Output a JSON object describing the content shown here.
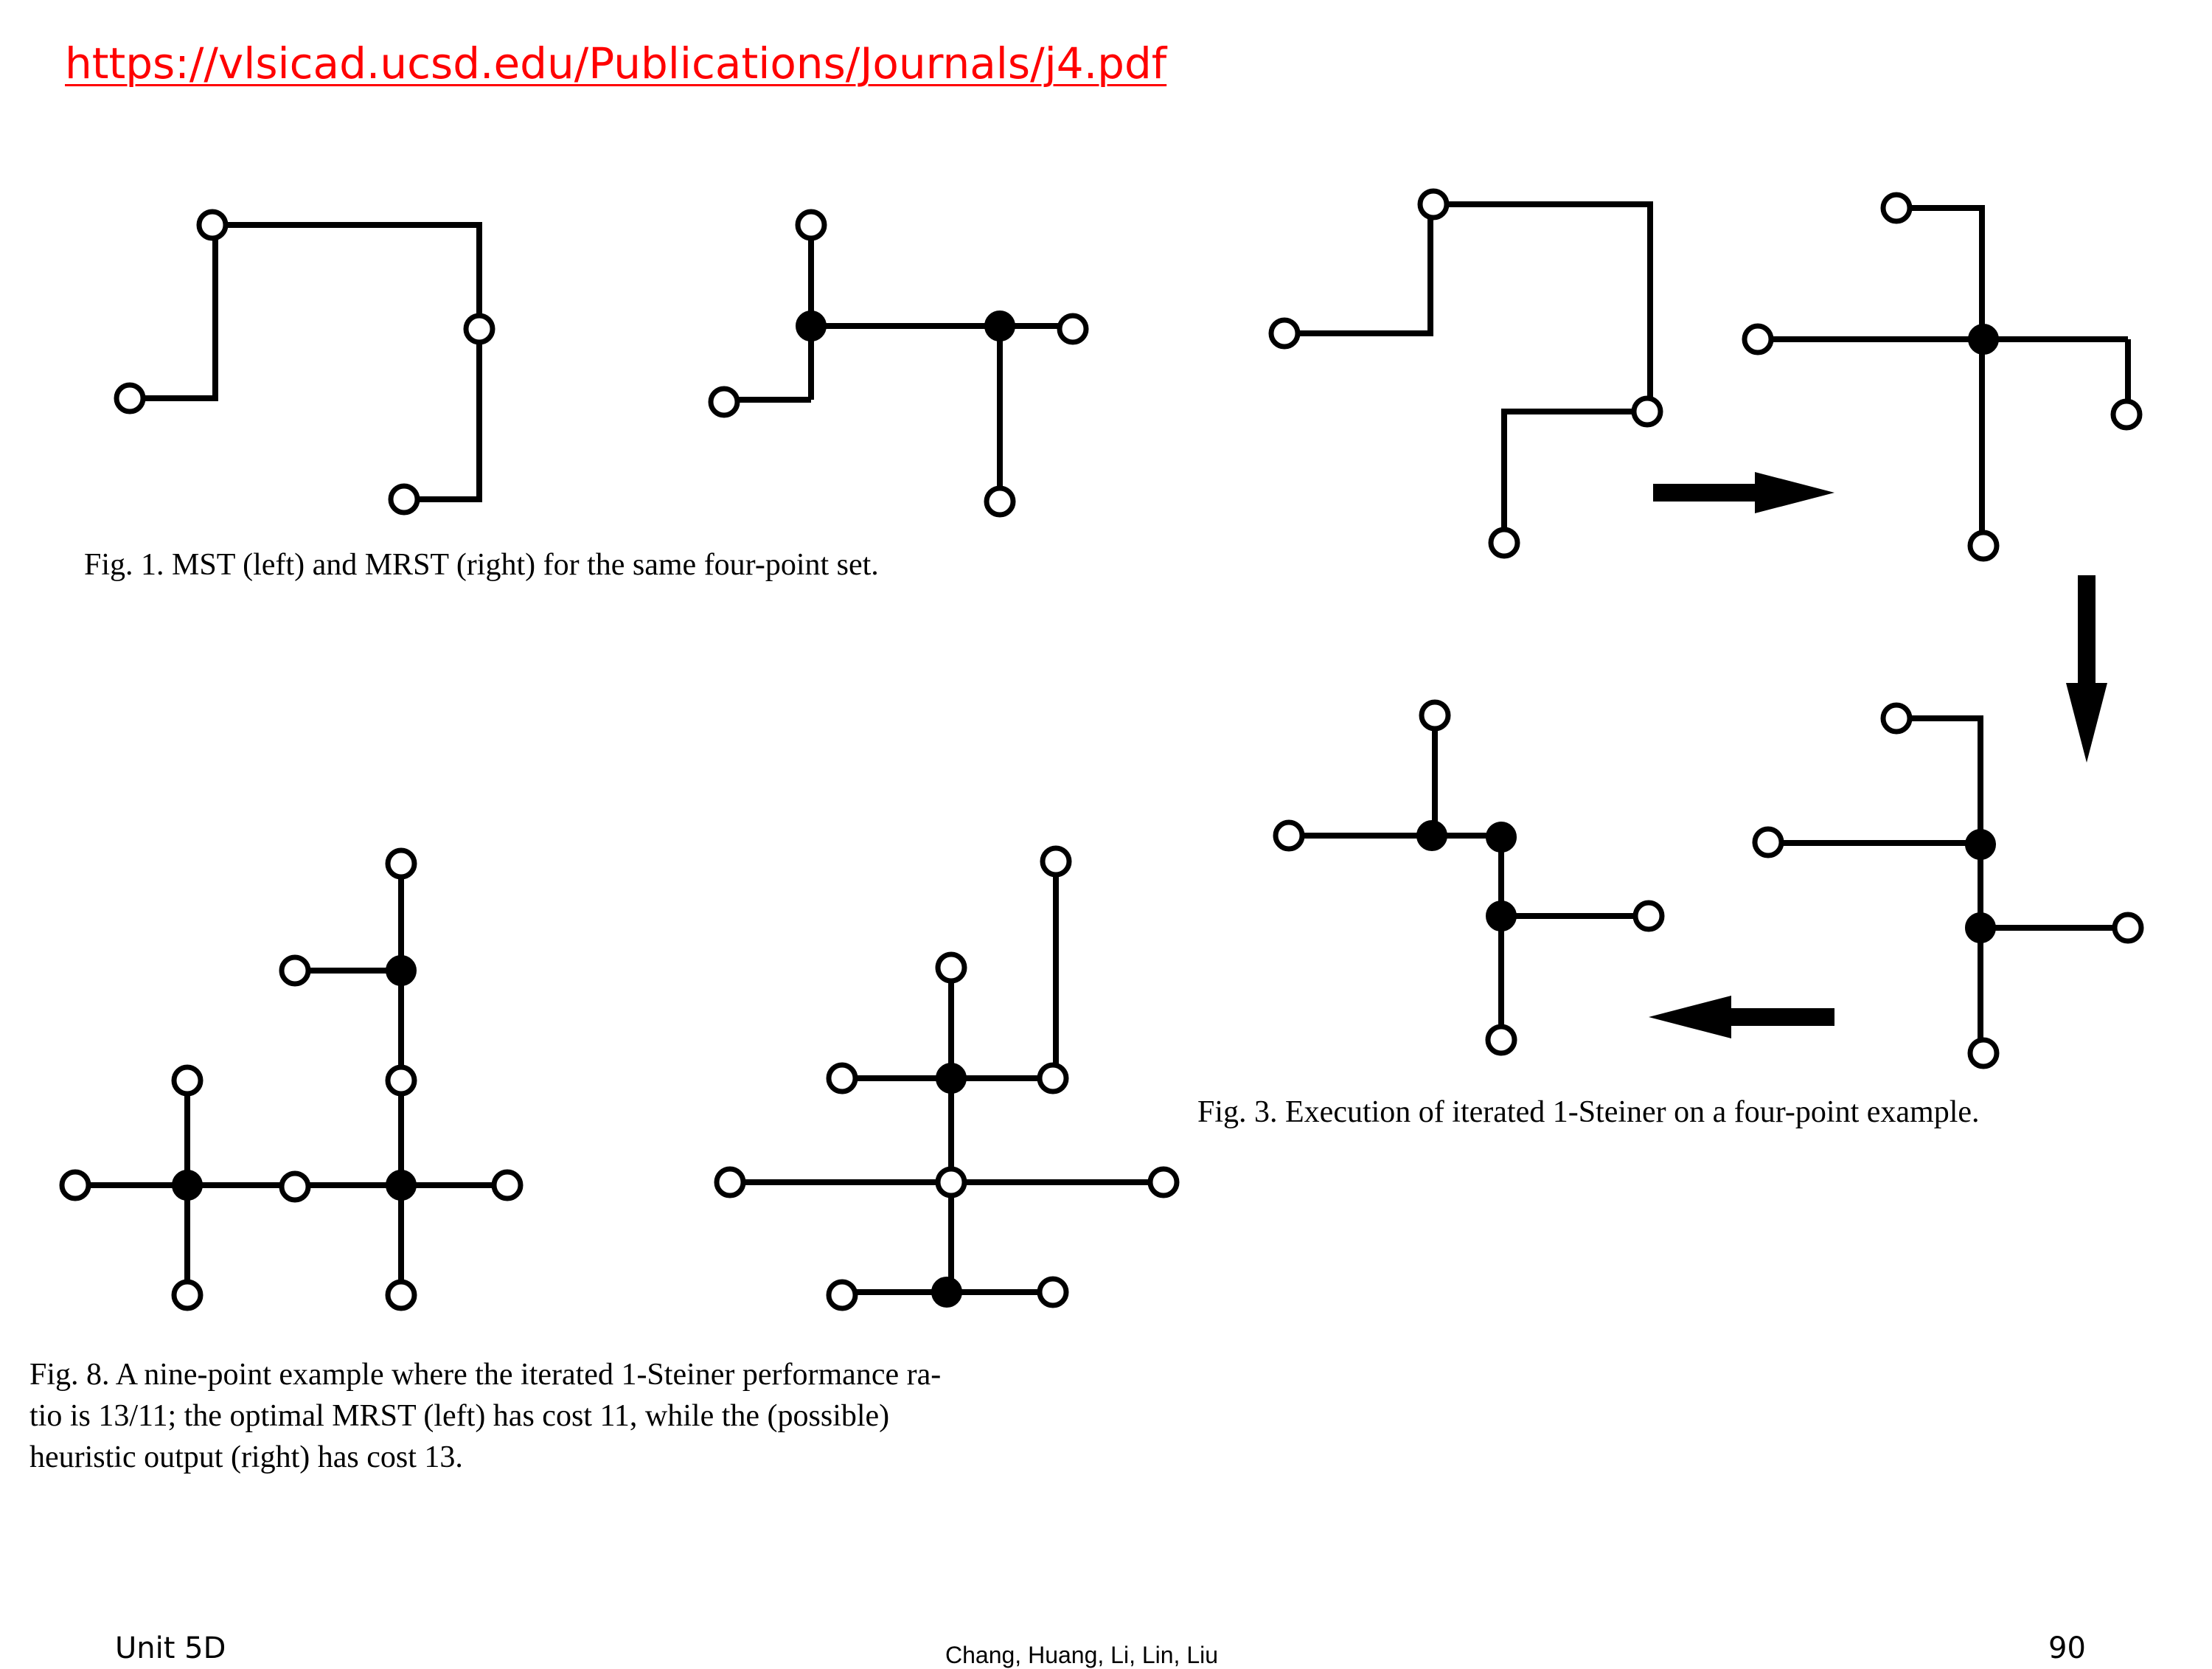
{
  "header": {
    "url": "https://vlsicad.ucsd.edu/Publications/Journals/j4.pdf"
  },
  "fig1": {
    "caption": "Fig. 1.  MST (left) and MRST (right) for the same four-point set."
  },
  "fig3": {
    "caption": "Fig. 3.  Execution of iterated 1-Steiner on a four-point example."
  },
  "fig8": {
    "caption_lines": [
      "Fig. 8.  A nine-point example where the iterated 1-Steiner performance ra-",
      "tio is 13/11; the optimal MRST (left) has cost 11, while the (possible)",
      "heuristic output (right) has cost 13."
    ]
  },
  "footer": {
    "unit": "Unit 5D",
    "authors": "Chang, Huang, Li, Lin, Liu",
    "page": "90"
  },
  "colors": {
    "url": "#ff0000",
    "ink": "#000000"
  }
}
